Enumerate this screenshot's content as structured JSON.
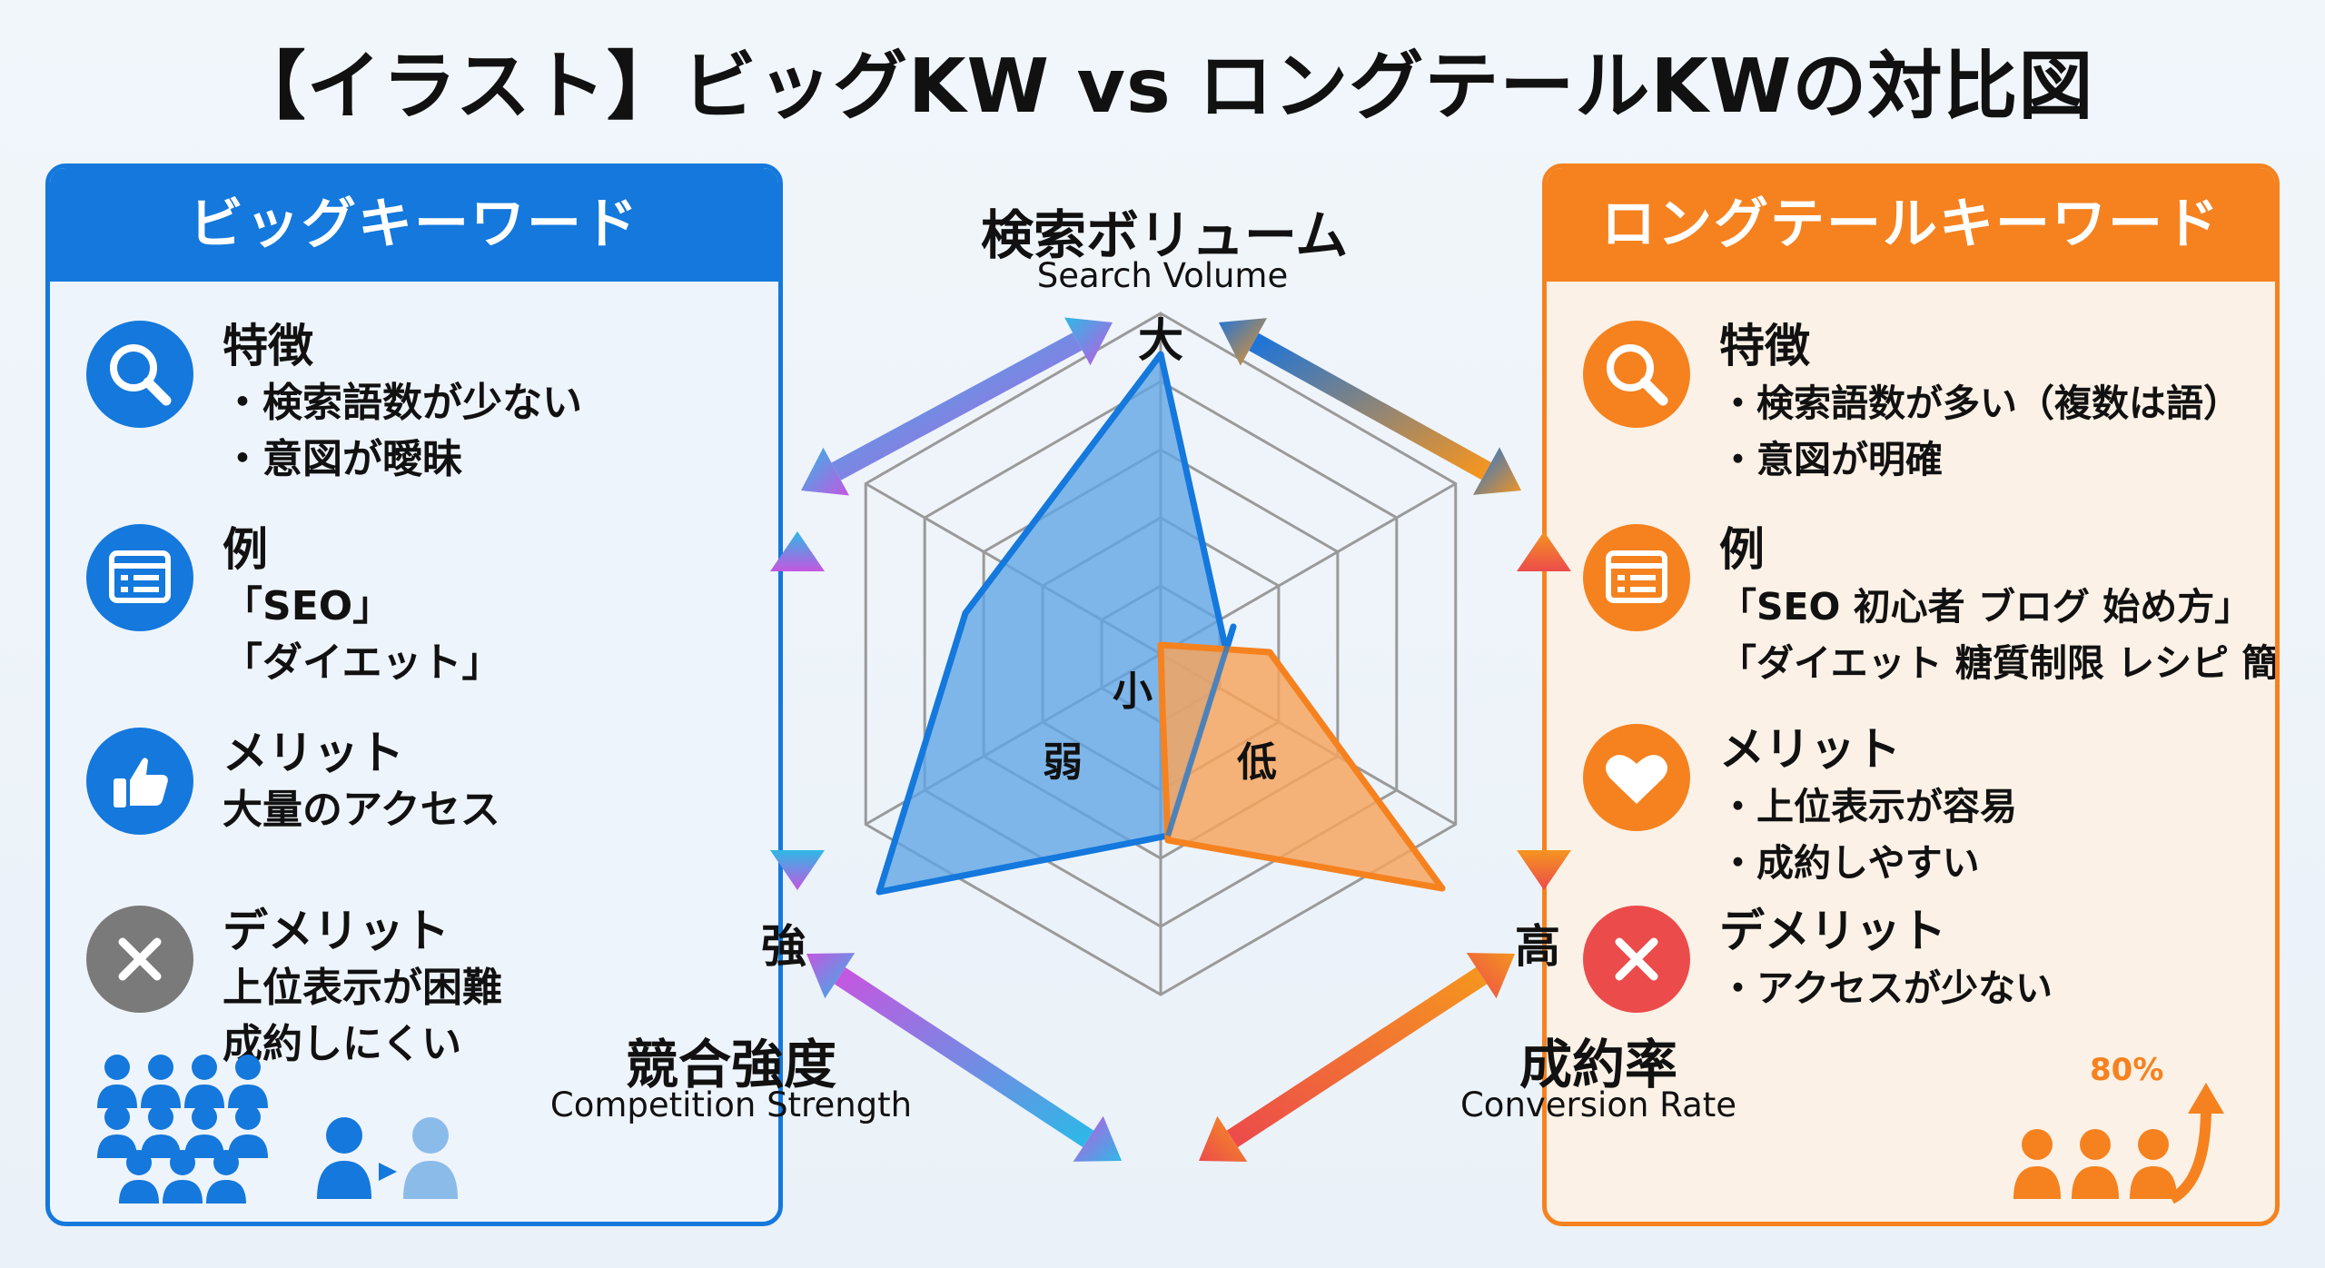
{
  "title": "【イラスト】ビッグKW vs ロングテールKWの対比図",
  "left_panel": {
    "header": "ビッグキーワード",
    "color": "#1478dc",
    "sections": [
      {
        "icon": "search-icon",
        "title": "特徴",
        "lines": [
          "・検索語数が少ない",
          "・意図が曖昧"
        ]
      },
      {
        "icon": "browser-list-icon",
        "title": "例",
        "lines": [
          "「SEO」",
          "「ダイエット」"
        ]
      },
      {
        "icon": "thumbs-up-icon",
        "title": "メリット",
        "lines": [
          "大量のアクセス"
        ]
      },
      {
        "icon": "close-icon",
        "title": "デメリット",
        "lines": [
          "上位表示が困難",
          "成約しにくい"
        ]
      }
    ]
  },
  "right_panel": {
    "header": "ロングテールキーワード",
    "color": "#f5821f",
    "sections": [
      {
        "icon": "search-icon",
        "title": "特徴",
        "lines": [
          "・検索語数が多い（複数は語）",
          "・意図が明確"
        ]
      },
      {
        "icon": "browser-list-icon",
        "title": "例",
        "lines": [
          "「SEO 初心者 ブログ 始め方」",
          "「ダイエット 糖質制限 レシピ 簡単」"
        ]
      },
      {
        "icon": "heart-icon",
        "title": "メリット",
        "lines": [
          "・上位表示が容易",
          "・成約しやすい"
        ]
      },
      {
        "icon": "close-icon",
        "title": "デメリット",
        "lines": [
          "・アクセスが少ない"
        ]
      }
    ],
    "percent_label": "80%"
  },
  "radar": {
    "axes": [
      {
        "jp": "検索ボリューム",
        "en": "Search Volume",
        "high": "大",
        "low": "小"
      },
      {
        "jp": "成約率",
        "en": "Conversion Rate",
        "high": "高",
        "low": "低"
      },
      {
        "jp": "競合強度",
        "en": "Competition Strength",
        "high": "強",
        "low": "弱"
      }
    ],
    "series": [
      {
        "key": "big",
        "color": "#1478dc",
        "fill": "#5fa4e6"
      },
      {
        "key": "longtail",
        "color": "#f5821f",
        "fill": "#f7a45b"
      }
    ]
  }
}
